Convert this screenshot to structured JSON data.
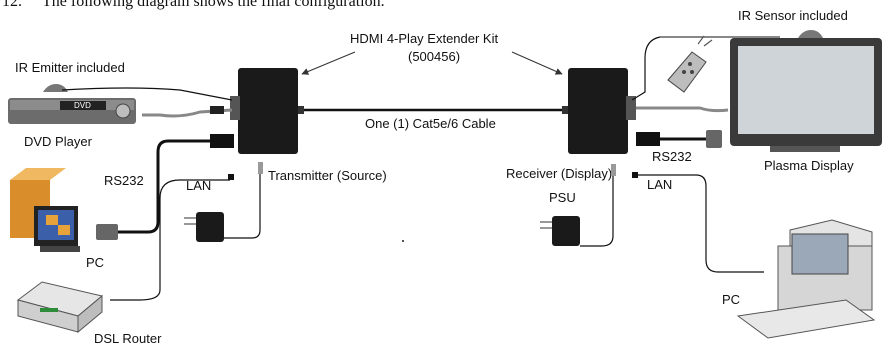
{
  "header": {
    "number": "12.",
    "text": "The following diagram shows the final configuration."
  },
  "labels": {
    "kit_title": "HDMI 4-Play Extender Kit",
    "kit_model": "(500456)",
    "ir_emitter": "IR Emitter included",
    "ir_sensor": "IR Sensor included",
    "dvd_player": "DVD Player",
    "dvd_face": "DVD",
    "cable": "One (1) Cat5e/6 Cable",
    "rs232_left": "RS232",
    "rs232_right": "RS232",
    "lan_left": "LAN",
    "lan_right": "LAN",
    "transmitter": "Transmitter (Source)",
    "receiver": "Receiver (Display)",
    "psu": "PSU",
    "pc_left": "PC",
    "pc_right": "PC",
    "plasma": "Plasma Display",
    "router": "DSL Router"
  },
  "colors": {
    "device_dark": "#1a1a1a",
    "cable_black": "#111111",
    "cable_gray": "#888888",
    "monitor_frame": "#3a3a3a",
    "screen": "#cfd4d8",
    "pc_orange": "#e8a23a",
    "pc_blue": "#3b5fa8"
  }
}
